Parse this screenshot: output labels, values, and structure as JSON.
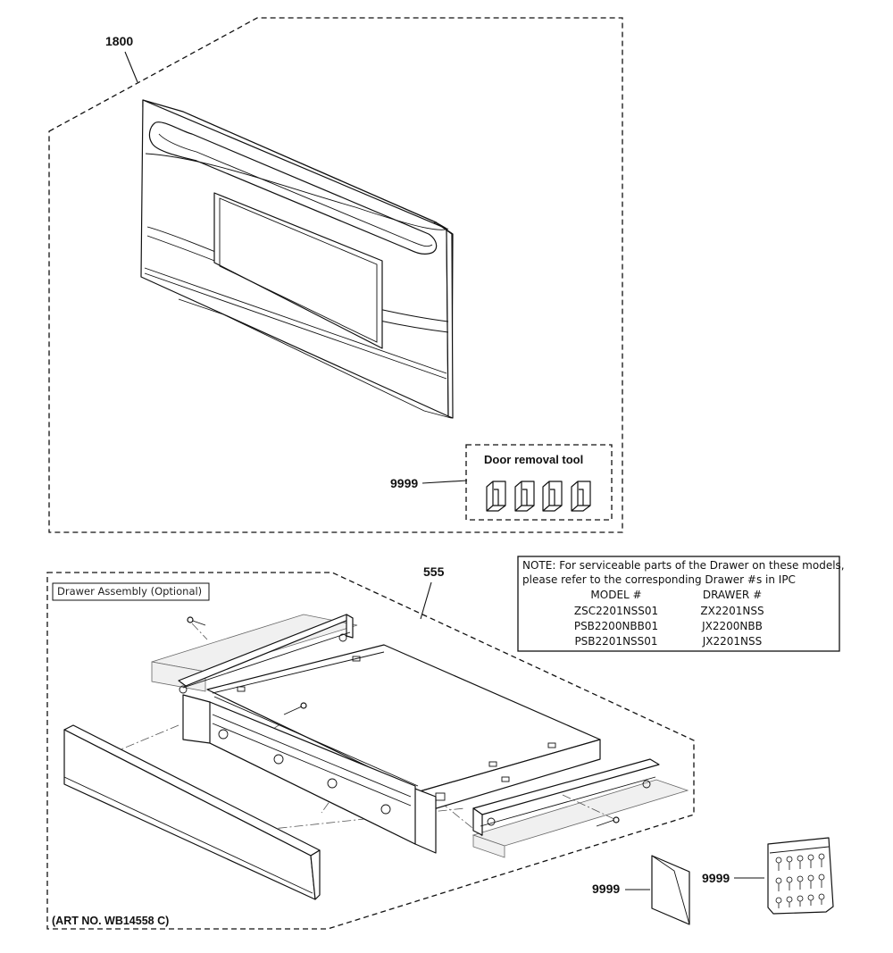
{
  "callouts": {
    "door_assembly": "1800",
    "door_removal_tool": "9999",
    "drawer_assembly": "555",
    "literature": "9999",
    "hardware_kit": "9999"
  },
  "door_removal_tool_label": "Door removal tool",
  "drawer_assembly_label": "Drawer Assembly (Optional)",
  "note": {
    "line1": "NOTE: For serviceable parts of the Drawer on these models,",
    "line2": "please refer to the corresponding Drawer #s in IPC",
    "model_header": "MODEL #",
    "drawer_header": "DRAWER #",
    "rows": [
      {
        "model": "ZSC2201NSS01",
        "drawer": "ZX2201NSS"
      },
      {
        "model": "PSB2200NBB01",
        "drawer": "JX2200NBB"
      },
      {
        "model": "PSB2201NSS01",
        "drawer": "JX2201NSS"
      }
    ]
  },
  "art_number": "(ART NO. WB14558 C)"
}
